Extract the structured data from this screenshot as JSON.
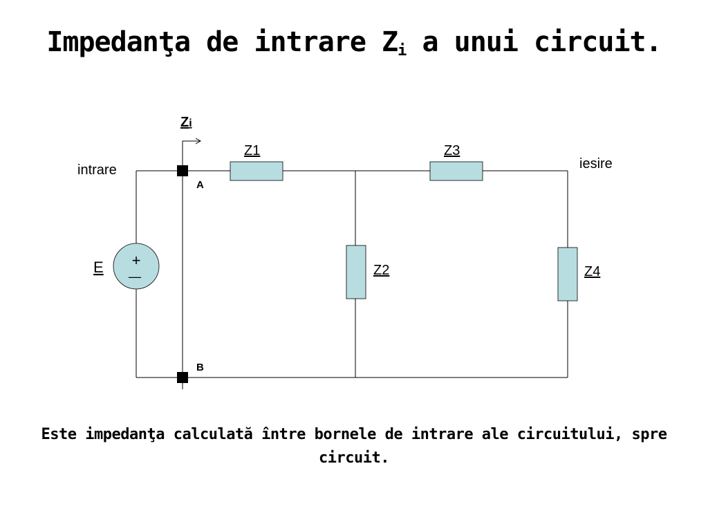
{
  "slide": {
    "title_main": "Impedanţa de intrare Z",
    "title_sub": "i",
    "title_end": " a unui circuit.",
    "caption": "Este impedanţa calculată între bornele de intrare ale circuitului, spre circuit."
  },
  "circuit": {
    "zi_label_z": "Z",
    "zi_label_i": "i",
    "input_label": "intrare",
    "output_label": "iesire",
    "node_a": "A",
    "node_b": "B",
    "source_label": "E",
    "source_plus": "+",
    "source_minus": "—",
    "z1": "Z1",
    "z2": "Z2",
    "z3": "Z3",
    "z4": "Z4",
    "impedance_fill": "#b7dde1",
    "wire_color": "#000000"
  }
}
